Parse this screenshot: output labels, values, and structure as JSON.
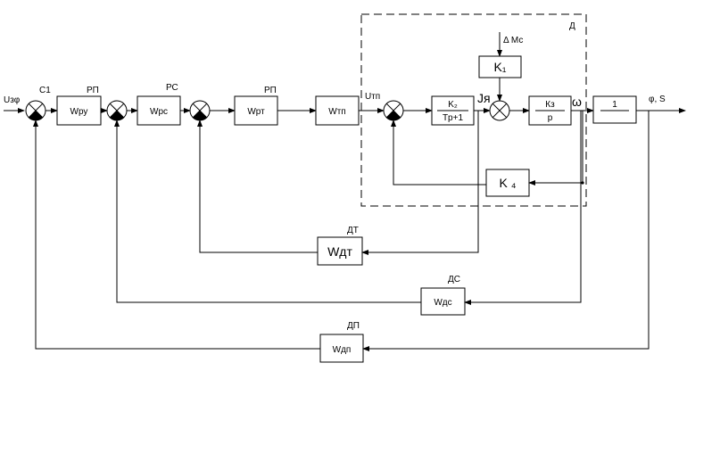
{
  "input_label": "Uзφ",
  "output_label": "φ, S",
  "region_label": "Д",
  "summers": {
    "s1_label": "С1",
    "disturbance": "Δ Мс"
  },
  "blocks": {
    "wru": {
      "label": "РП",
      "text": "Wру"
    },
    "wrs": {
      "label": "РС",
      "text": "Wрс"
    },
    "wrt": {
      "label": "РП",
      "text": "Wрт"
    },
    "wtp": {
      "text": "Wтп",
      "out_label": "Uтп"
    },
    "k2": {
      "num": "K₂",
      "den": "Tp+1",
      "out_label": "Jя"
    },
    "k1": {
      "text": "K₁"
    },
    "k3": {
      "num": "Кз",
      "den": "p",
      "out_label": "ω"
    },
    "int": {
      "text": "1"
    },
    "k4": {
      "text": "K ₄"
    },
    "wdt": {
      "label": "ДТ",
      "text": "Wдт"
    },
    "wds": {
      "label": "ДС",
      "text": "Wдс"
    },
    "wdp": {
      "label": "ДП",
      "text": "Wдп"
    }
  }
}
